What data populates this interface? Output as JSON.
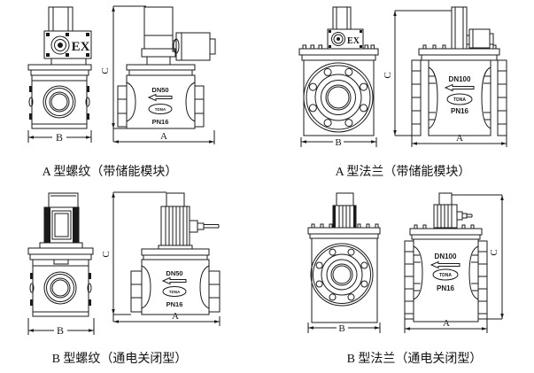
{
  "figure": {
    "background": "#ffffff",
    "line_color": "#1a1a1a"
  },
  "quadrants": [
    {
      "id": "a-threaded",
      "caption": "A 型螺纹（带储能模块）",
      "ex_label": "EX",
      "dn_label": "DN50",
      "pn_label": "PN16",
      "brand_label": "TDNA",
      "dim_a": "A",
      "dim_b": "B",
      "dim_c": "C"
    },
    {
      "id": "a-flange",
      "caption": "A 型法兰（带储能模块）",
      "ex_label": "EX",
      "dn_label": "DN100",
      "pn_label": "PN16",
      "brand_label": "TDNA",
      "dim_a": "A",
      "dim_b": "B",
      "dim_c": "C"
    },
    {
      "id": "b-threaded",
      "caption": "B 型螺纹（通电关闭型）",
      "dn_label": "DN50",
      "pn_label": "PN16",
      "brand_label": "TDNA",
      "dim_a": "A",
      "dim_b": "B",
      "dim_c": "C"
    },
    {
      "id": "b-flange",
      "caption": "B 型法兰（通电关闭型）",
      "dn_label": "DN100",
      "pn_label": "PN16",
      "brand_label": "TDNA",
      "dim_a": "A",
      "dim_b": "B",
      "dim_c": "C"
    }
  ]
}
